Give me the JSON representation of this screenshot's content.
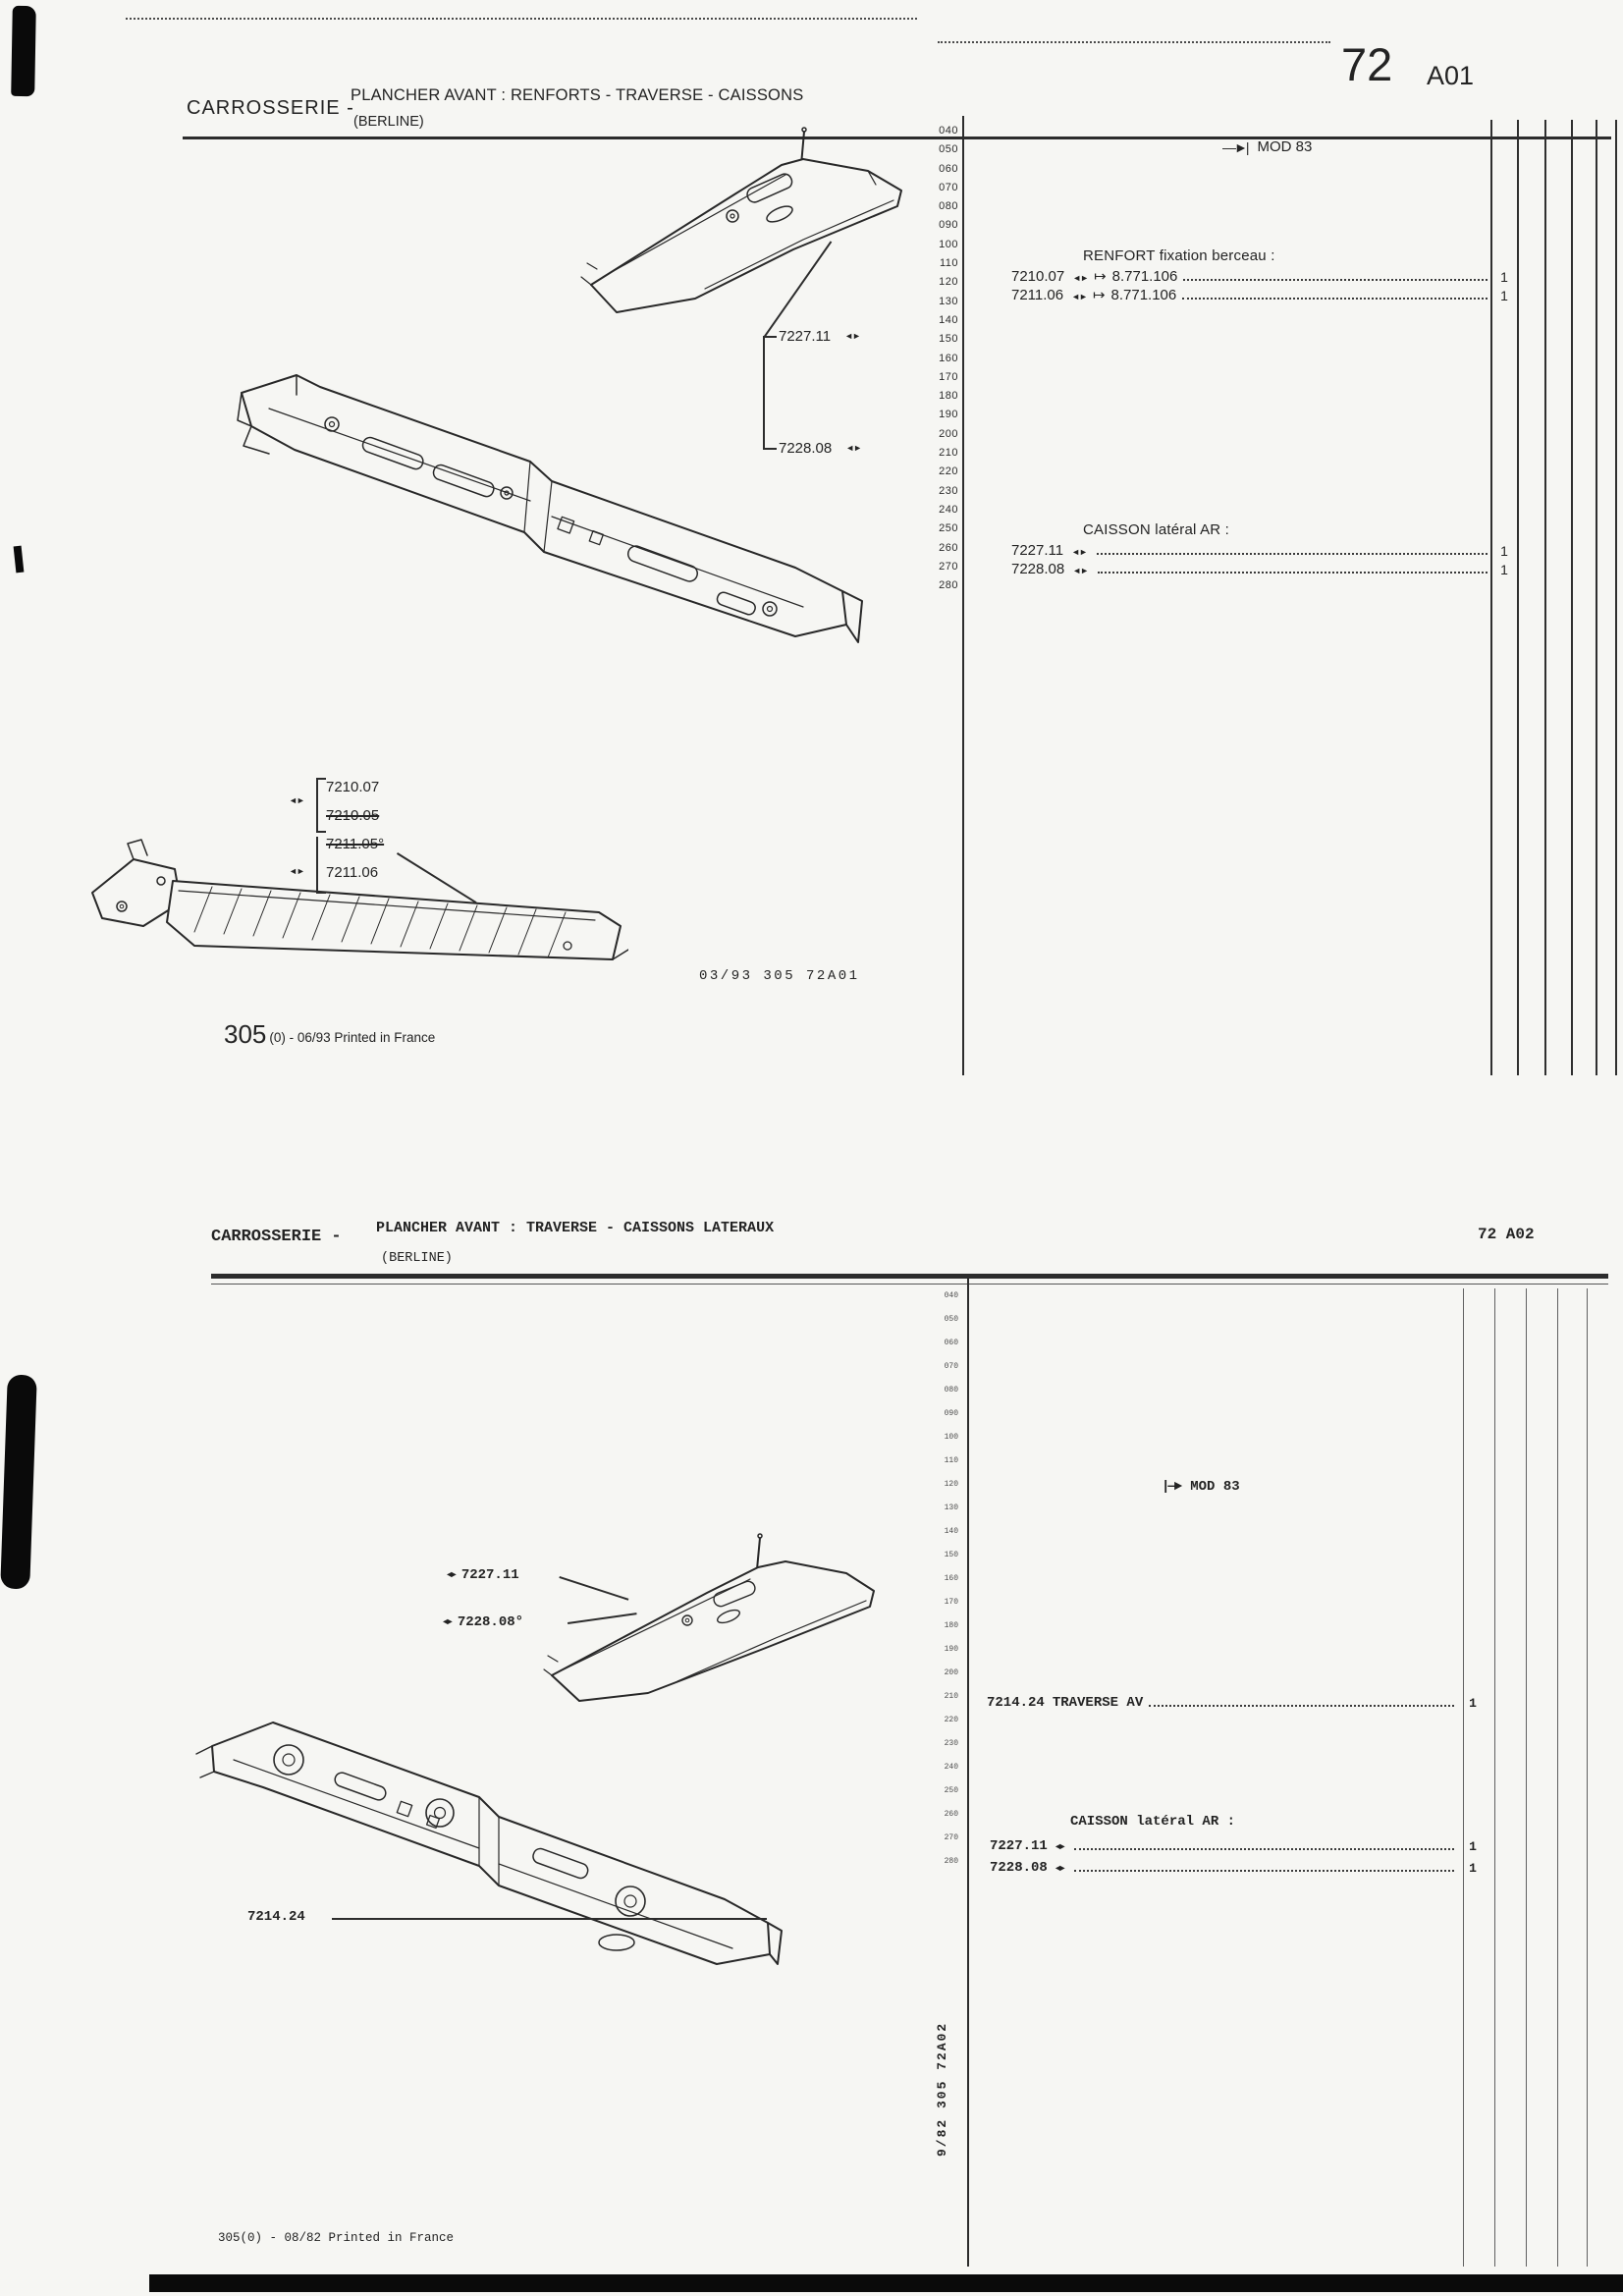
{
  "icons": {
    "diamond": "◄►",
    "maps_to": "↦",
    "arrow_into_bar": "—►|",
    "bar_arrow": "|—►"
  },
  "a01": {
    "header": {
      "brand": "CARROSSERIE -",
      "title": "PLANCHER AVANT : RENFORTS - TRAVERSE - CAISSONS",
      "subtitle": "(BERLINE)",
      "page_major": "72",
      "page_minor": "A01"
    },
    "index_strip": [
      "040",
      "050",
      "060",
      "070",
      "080",
      "090",
      "100",
      "110",
      "120",
      "130",
      "140",
      "150",
      "160",
      "170",
      "180",
      "190",
      "200",
      "210",
      "220",
      "230",
      "240",
      "250",
      "260",
      "270",
      "280"
    ],
    "mod_note": "MOD 83",
    "renfort": {
      "heading": "RENFORT fixation berceau :",
      "rows": [
        {
          "ref": "7210.07",
          "desc": "8.771.106",
          "qty": "1"
        },
        {
          "ref": "7211.06",
          "desc": "8.771.106",
          "qty": "1"
        }
      ]
    },
    "caisson": {
      "heading": "CAISSON latéral AR :",
      "rows": [
        {
          "ref": "7227.11",
          "qty": "1"
        },
        {
          "ref": "7228.08",
          "qty": "1"
        }
      ]
    },
    "callouts": {
      "caisson": [
        {
          "text": "7227.11"
        },
        {
          "text": "7228.08"
        }
      ],
      "rail": [
        {
          "text": "7210.07",
          "struck": false
        },
        {
          "text": "7210.05",
          "struck": true
        },
        {
          "text": "7211.05°",
          "struck": true
        },
        {
          "text": "7211.06",
          "struck": false
        }
      ]
    },
    "plate_code": "03/93 305 72A01",
    "footer": {
      "num": "305",
      "rest": "(0) - 06/93 Printed in France"
    }
  },
  "a02": {
    "header": {
      "brand": "CARROSSERIE -",
      "title": "PLANCHER AVANT : TRAVERSE - CAISSONS LATERAUX",
      "subtitle": "(BERLINE)",
      "page_ref": "72 A02"
    },
    "index_strip": [
      "040",
      "050",
      "060",
      "070",
      "080",
      "090",
      "100",
      "110",
      "120",
      "130",
      "140",
      "150",
      "160",
      "170",
      "180",
      "190",
      "200",
      "210",
      "220",
      "230",
      "240",
      "250",
      "260",
      "270",
      "280"
    ],
    "mod_note": "MOD 83",
    "traverse_row": {
      "ref": "7214.24",
      "desc": "TRAVERSE AV",
      "qty": "1"
    },
    "caisson": {
      "heading": "CAISSON latéral AR :",
      "rows": [
        {
          "ref": "7227.11",
          "qty": "1"
        },
        {
          "ref": "7228.08",
          "qty": "1"
        }
      ]
    },
    "callouts": {
      "caisson": [
        {
          "text": "7227.11"
        },
        {
          "text": "7228.08°"
        }
      ],
      "traverse": "7214.24"
    },
    "side_code": "9/82 305 72A02",
    "footer": "305(0) - 08/82 Printed in France"
  }
}
